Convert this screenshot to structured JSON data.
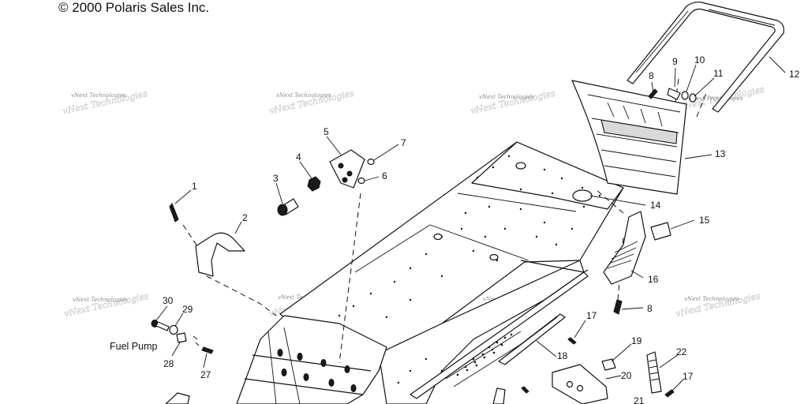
{
  "copyright": "© 2000 Polaris Sales Inc.",
  "labels": {
    "fuel_pump": "Fuel Pump"
  },
  "watermark": {
    "text": "vNext Technologies"
  },
  "callouts": [
    "1",
    "2",
    "3",
    "4",
    "5",
    "6",
    "7",
    "8",
    "9",
    "10",
    "11",
    "12",
    "13",
    "14",
    "15",
    "16",
    "8",
    "17",
    "18",
    "19",
    "20",
    "21",
    "22",
    "17",
    "27",
    "28",
    "29",
    "30"
  ],
  "colors": {
    "ink": "#111111",
    "paper": "#ffffff",
    "watermark": "#8a8a8a"
  }
}
